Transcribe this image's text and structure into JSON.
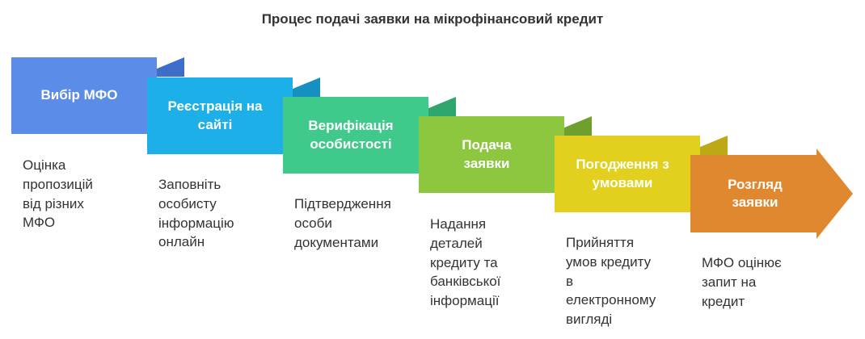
{
  "title": "Процес подачі заявки на мікрофінансовий кредит",
  "colors": {
    "step1": "#5B8DE8",
    "step2": "#1DB0E8",
    "step3": "#3FC98A",
    "step4": "#8DC63F",
    "step5": "#E3CF1D",
    "step6": "#E08830",
    "fold1": "#3E6EC9",
    "fold2": "#1590C0",
    "fold3": "#2EA66E",
    "fold4": "#6FA02E",
    "fold5": "#BDA816"
  },
  "steps": [
    {
      "label": "Вибір МФО",
      "description": "Оцінка\nпропозицій\nвід різних\nМФО"
    },
    {
      "label": "Реєстрація на\nсайті",
      "description": "Заповніть\nособисту\nінформацію\nонлайн"
    },
    {
      "label": "Верифікація\nособистості",
      "description": "Підтвердження\nособи\nдокументами"
    },
    {
      "label": "Подача\nзаявки",
      "description": "Надання\nдеталей\nкредиту та\nбанківської\nінформації"
    },
    {
      "label": "Погодження з\nумовами",
      "description": "Прийняття\nумов кредиту\nв\nелектронному\nвигляді"
    },
    {
      "label": "Розгляд\nзаявки",
      "description": "МФО оцінює\nзапит на\nкредит"
    }
  ]
}
